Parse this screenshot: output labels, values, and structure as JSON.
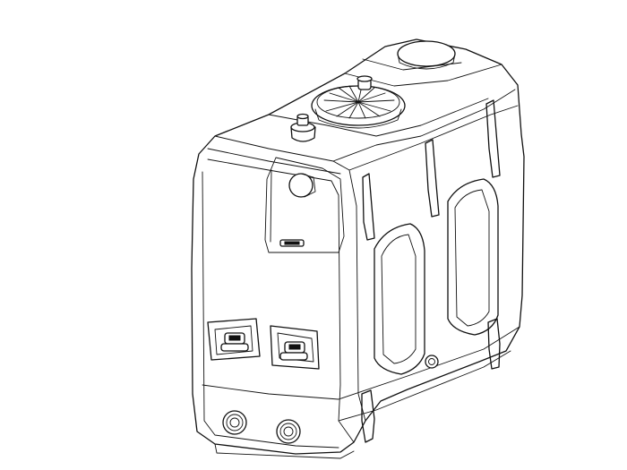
{
  "drawing": {
    "line_color": "#111111",
    "background_color": "#ffffff",
    "parts": [
      "tank-body",
      "top-fill-cap",
      "small-top-cap",
      "level-gauge-knob",
      "nameplate",
      "strap-recess-left",
      "strap-recess-right",
      "front-outlet-left",
      "front-outlet-right",
      "drain-fitting-left",
      "drain-fitting-right"
    ]
  }
}
